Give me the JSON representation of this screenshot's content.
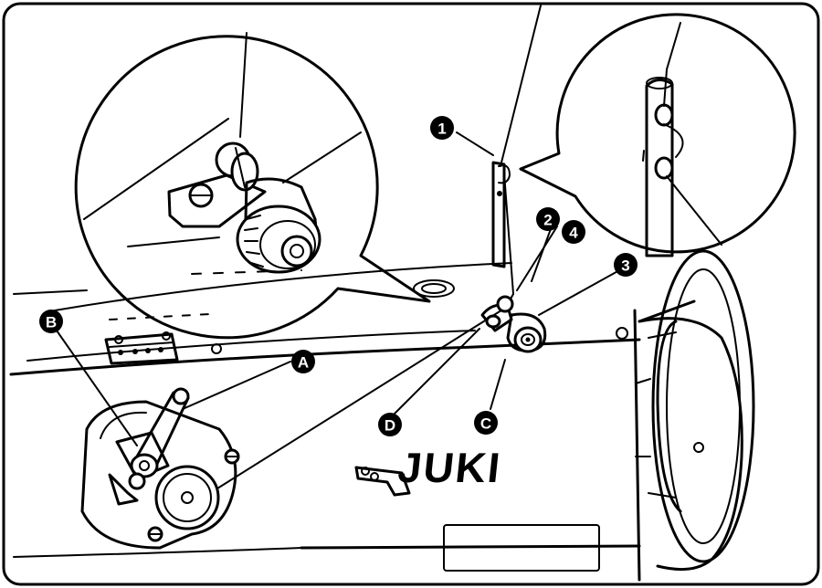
{
  "brand": {
    "logo_text": "JUKI"
  },
  "callouts": {
    "num1": "1",
    "num2": "2",
    "num3": "3",
    "num4": "4",
    "A": "A",
    "B": "B",
    "C": "C",
    "D": "D"
  },
  "colors": {
    "ink": "#000000",
    "paper": "#ffffff"
  }
}
